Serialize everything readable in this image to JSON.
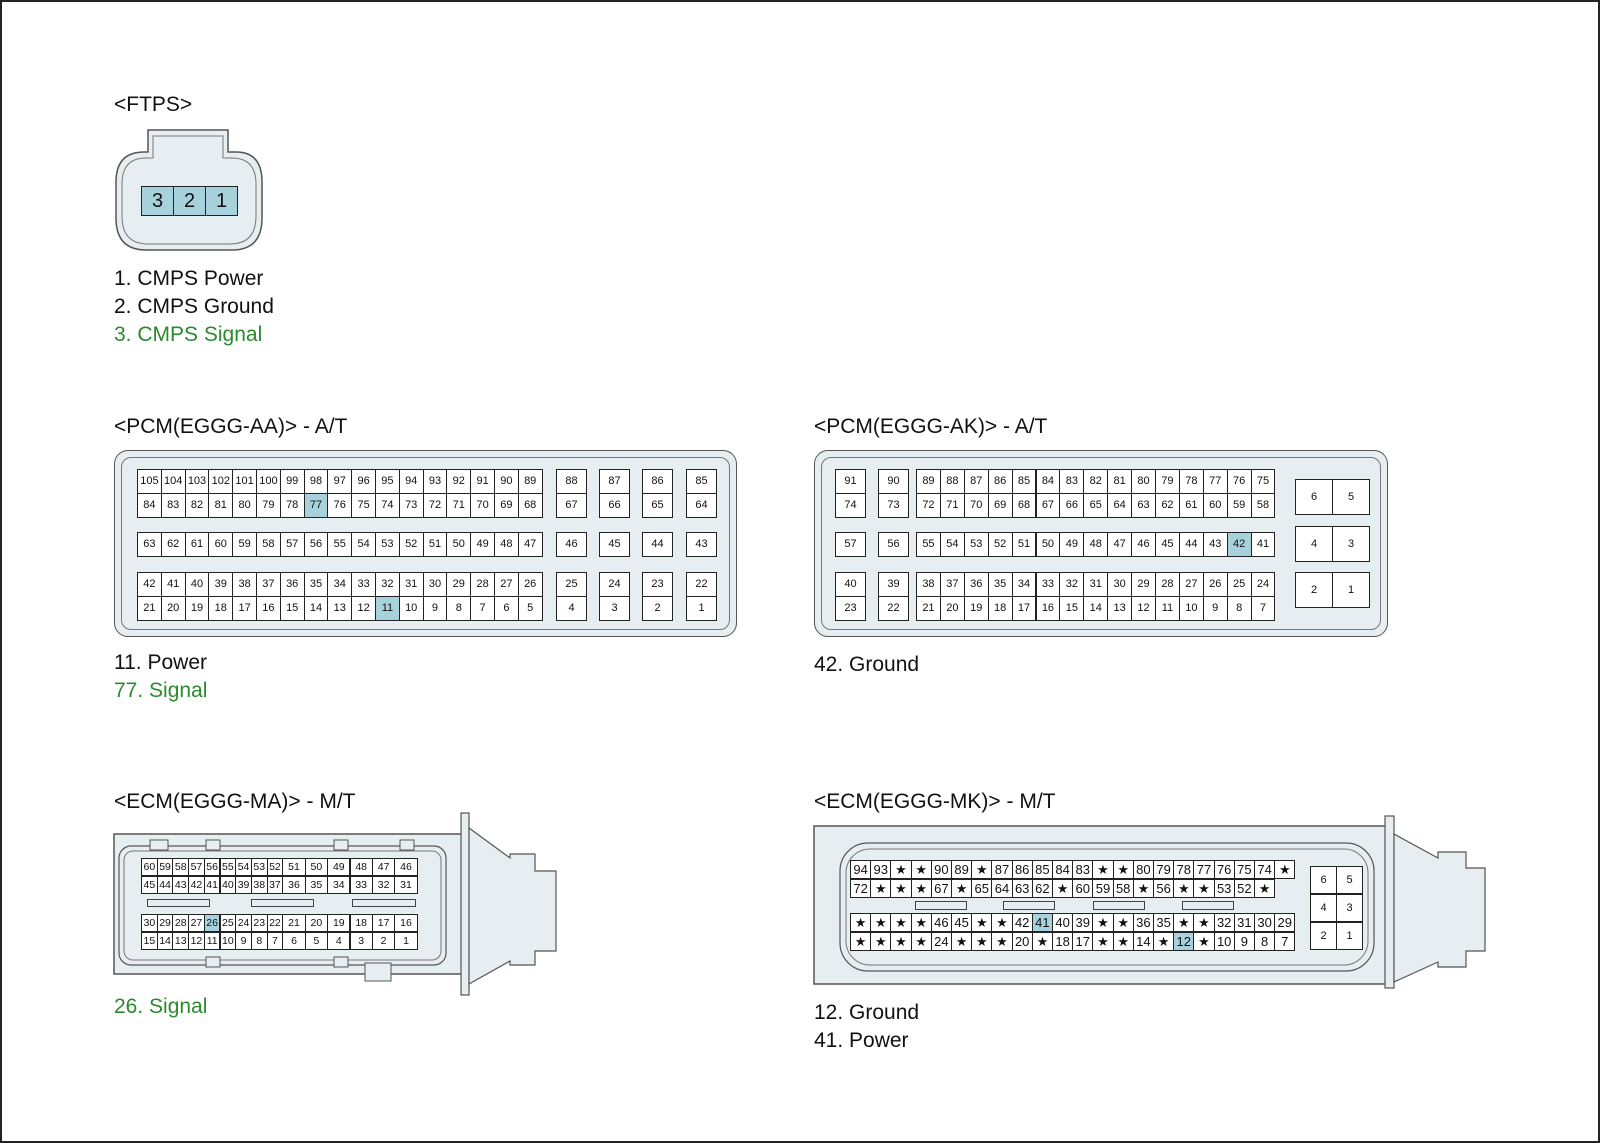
{
  "colors": {
    "highlight": "#a7d2dc",
    "signal_text": "#2b8a2e",
    "housing": "#e7eef1"
  },
  "ftps": {
    "title": "<FTPS>",
    "pins": [
      "3",
      "2",
      "1"
    ],
    "legend": [
      "1. CMPS Power",
      "2. CMPS Ground",
      "3. CMPS Signal"
    ],
    "signal_index": 2
  },
  "pcm_aa": {
    "title": "<PCM(EGGG-AA)> - A/T",
    "highlight": [
      "11",
      "77"
    ],
    "main_rows": [
      [
        "105",
        "104",
        "103",
        "102",
        "101",
        "100",
        "99",
        "98",
        "97",
        "96",
        "95",
        "94",
        "93",
        "92",
        "91",
        "90",
        "89"
      ],
      [
        "84",
        "83",
        "82",
        "81",
        "80",
        "79",
        "78",
        "77",
        "76",
        "75",
        "74",
        "73",
        "72",
        "71",
        "70",
        "69",
        "68"
      ],
      [
        "63",
        "62",
        "61",
        "60",
        "59",
        "58",
        "57",
        "56",
        "55",
        "54",
        "53",
        "52",
        "51",
        "50",
        "49",
        "48",
        "47"
      ],
      [
        "42",
        "41",
        "40",
        "39",
        "38",
        "37",
        "36",
        "35",
        "34",
        "33",
        "32",
        "31",
        "30",
        "29",
        "28",
        "27",
        "26"
      ],
      [
        "21",
        "20",
        "19",
        "18",
        "17",
        "16",
        "15",
        "14",
        "13",
        "12",
        "11",
        "10",
        "9",
        "8",
        "7",
        "6",
        "5"
      ]
    ],
    "side_cols": [
      [
        "88",
        "67",
        "46",
        "25",
        "4"
      ],
      [
        "87",
        "66",
        "45",
        "24",
        "3"
      ],
      [
        "86",
        "65",
        "44",
        "23",
        "2"
      ],
      [
        "85",
        "64",
        "43",
        "22",
        "1"
      ]
    ],
    "legend": [
      "11. Power",
      "77. Signal"
    ],
    "signal_index": 1
  },
  "pcm_ak": {
    "title": "<PCM(EGGG-AK)> - A/T",
    "highlight": [
      "42"
    ],
    "left_cols": [
      [
        "91",
        "74",
        "57",
        "40",
        "23"
      ],
      [
        "90",
        "73",
        "56",
        "39",
        "22"
      ]
    ],
    "main_rows": [
      [
        "89",
        "88",
        "87",
        "86",
        "85",
        "84",
        "83",
        "82",
        "81",
        "80",
        "79",
        "78",
        "77",
        "76",
        "75"
      ],
      [
        "72",
        "71",
        "70",
        "69",
        "68",
        "67",
        "66",
        "65",
        "64",
        "63",
        "62",
        "61",
        "60",
        "59",
        "58"
      ],
      [
        "55",
        "54",
        "53",
        "52",
        "51",
        "50",
        "49",
        "48",
        "47",
        "46",
        "45",
        "44",
        "43",
        "42",
        "41"
      ],
      [
        "38",
        "37",
        "36",
        "35",
        "34",
        "33",
        "32",
        "31",
        "30",
        "29",
        "28",
        "27",
        "26",
        "25",
        "24"
      ],
      [
        "21",
        "20",
        "19",
        "18",
        "17",
        "16",
        "15",
        "14",
        "13",
        "12",
        "11",
        "10",
        "9",
        "8",
        "7"
      ]
    ],
    "right_grid": [
      [
        "6",
        "5"
      ],
      [
        "4",
        "3"
      ],
      [
        "2",
        "1"
      ]
    ],
    "legend": [
      "42. Ground"
    ]
  },
  "ecm_ma": {
    "title": "<ECM(EGGG-MA)> - M/T",
    "highlight": [
      "26"
    ],
    "rows": [
      [
        "60",
        "59",
        "58",
        "57",
        "56",
        "55",
        "54",
        "53",
        "52",
        "51",
        "50",
        "49",
        "48",
        "47",
        "46"
      ],
      [
        "45",
        "44",
        "43",
        "42",
        "41",
        "40",
        "39",
        "38",
        "37",
        "36",
        "35",
        "34",
        "33",
        "32",
        "31"
      ],
      [
        "30",
        "29",
        "28",
        "27",
        "26",
        "25",
        "24",
        "23",
        "22",
        "21",
        "20",
        "19",
        "18",
        "17",
        "16"
      ],
      [
        "15",
        "14",
        "13",
        "12",
        "11",
        "10",
        "9",
        "8",
        "7",
        "6",
        "5",
        "4",
        "3",
        "2",
        "1"
      ]
    ],
    "legend": [
      "26. Signal"
    ],
    "signal_index": 0
  },
  "ecm_mk": {
    "title": "<ECM(EGGG-MK)> - M/T",
    "highlight": [
      "41",
      "12"
    ],
    "rows": [
      [
        "94",
        "93",
        "★",
        "★",
        "90",
        "89",
        "★",
        "87",
        "86",
        "85",
        "84",
        "83",
        "★",
        "★",
        "80",
        "79",
        "78",
        "77",
        "76",
        "75",
        "74",
        "★"
      ],
      [
        "72",
        "★",
        "★",
        "★",
        "67",
        "★",
        "65",
        "64",
        "63",
        "62",
        "★",
        "60",
        "59",
        "58",
        "★",
        "56",
        "★",
        "★",
        "53",
        "52",
        "★"
      ],
      [
        "★",
        "★",
        "★",
        "★",
        "46",
        "45",
        "★",
        "★",
        "42",
        "41",
        "40",
        "39",
        "★",
        "★",
        "36",
        "35",
        "★",
        "★",
        "32",
        "31",
        "30",
        "29"
      ],
      [
        "★",
        "★",
        "★",
        "★",
        "24",
        "★",
        "★",
        "★",
        "20",
        "★",
        "18",
        "17",
        "★",
        "★",
        "14",
        "★",
        "12",
        "★",
        "10",
        "9",
        "8",
        "7"
      ]
    ],
    "right_grid": [
      [
        "6",
        "5"
      ],
      [
        "4",
        "3"
      ],
      [
        "2",
        "1"
      ]
    ],
    "legend": [
      "12. Ground",
      "41. Power"
    ]
  }
}
